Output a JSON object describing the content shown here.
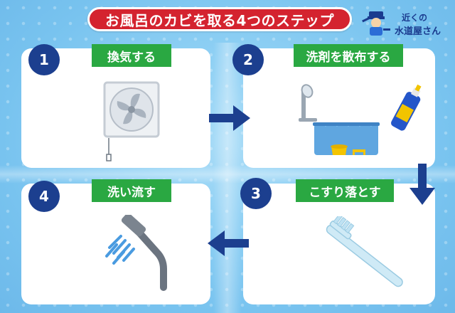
{
  "title": "お風呂のカビを取る4つのステップ",
  "logo": {
    "line1": "近くの",
    "line2": "水道屋さん"
  },
  "steps": [
    {
      "number": "1",
      "label": "換気する",
      "icon": "ventilation-fan-icon"
    },
    {
      "number": "2",
      "label": "洗剤を散布する",
      "icon": "bathtub-detergent-icon"
    },
    {
      "number": "3",
      "label": "こすり落とす",
      "icon": "toothbrush-icon"
    },
    {
      "number": "4",
      "label": "洗い流す",
      "icon": "shower-head-icon"
    }
  ],
  "colors": {
    "title_bg": "#d4232f",
    "label_bg": "#2aa842",
    "number_bg": "#1c3f8f",
    "arrow": "#1c3f8f",
    "background": "#8fd0f4"
  }
}
